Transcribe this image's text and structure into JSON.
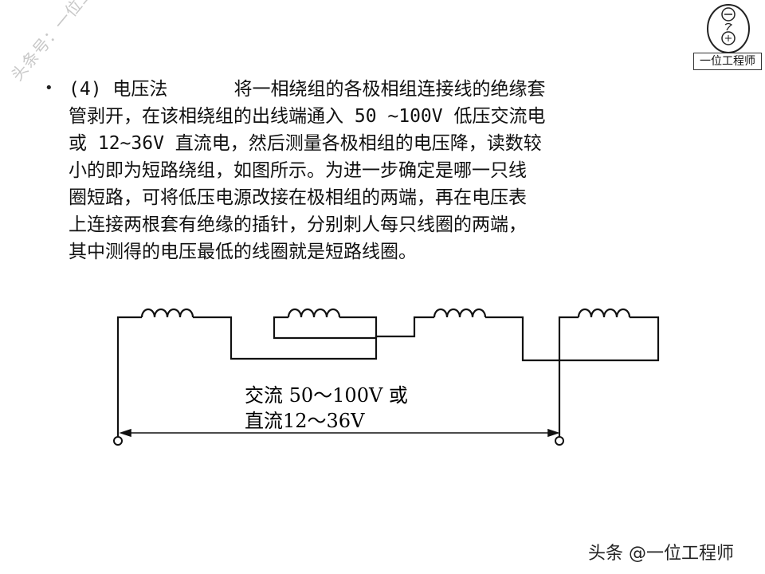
{
  "watermark": {
    "diagonal_text": "头条号：一位工程师"
  },
  "logo": {
    "label": "一位工程师"
  },
  "content": {
    "bullet": "•",
    "lines": [
      "(4) 电压法      将一相绕组的各极相组连接线的绝缘套",
      "管剥开，在该相绕组的出线端通入 50 ~100V 低压交流电",
      "或 12~36V 直流电，然后测量各极相组的电压降，读数较",
      "小的即为短路绕组，如图所示。为进一步确定是哪一只线",
      "圈短路，可将低压电源改接在极相组的两端，再在电压表",
      "上连接两根套有绝缘的插针，分别刺人每只线圈的两端，",
      "其中测得的电压最低的线圈就是短路线圈。"
    ]
  },
  "diagram": {
    "label_line1": "交流 50～100V 或",
    "label_line2": "直流12～36V"
  },
  "footer": {
    "watermark": "头条 @一位工程师"
  }
}
